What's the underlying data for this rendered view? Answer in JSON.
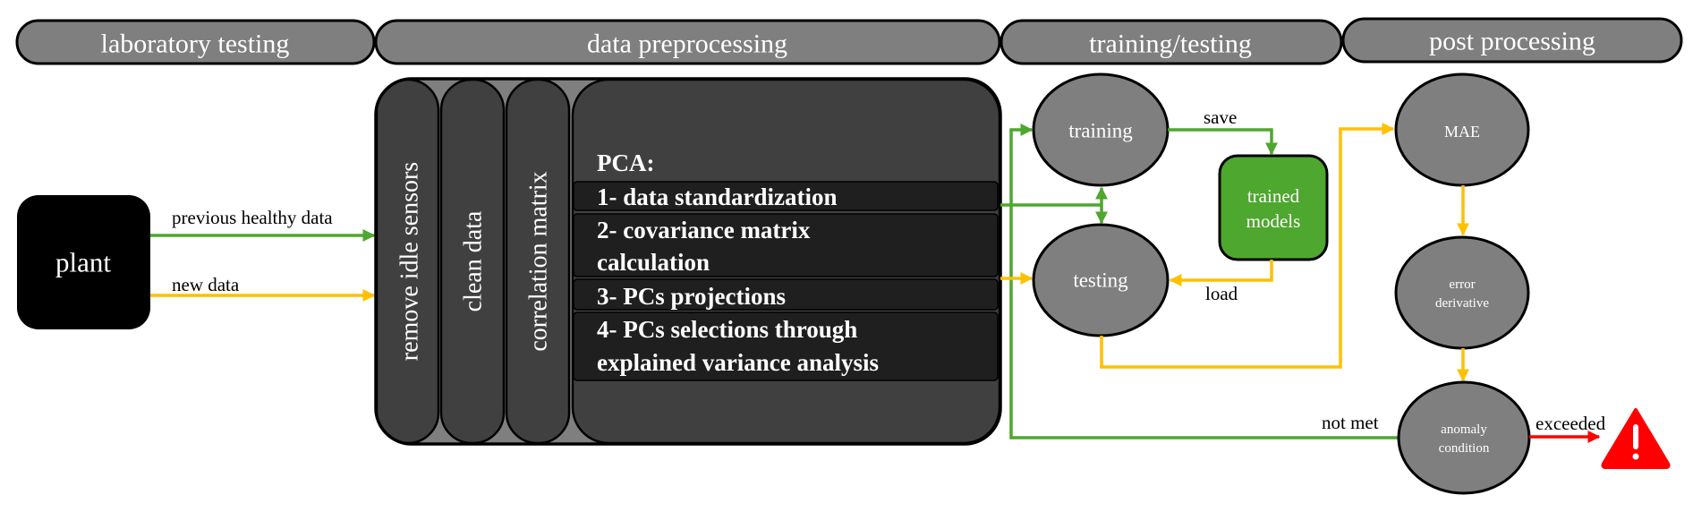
{
  "colors": {
    "header_fill": "#7f7f7f",
    "container_fill": "#404040",
    "container_bg": "#7f7f7f",
    "pca_row_fill": "#1f1f1f",
    "node_fill": "#7f7f7f",
    "plant_fill": "#000000",
    "trained_models_fill": "#4ea72e",
    "green_arrow": "#4ea72e",
    "yellow_arrow": "#ffc000",
    "red_arrow": "#ff0000",
    "warning": "#ff0000"
  },
  "headers": [
    {
      "label": "laboratory testing"
    },
    {
      "label": "data preprocessing"
    },
    {
      "label": "training/testing"
    },
    {
      "label": "post processing"
    }
  ],
  "plant": {
    "label": "plant"
  },
  "edges": {
    "previous_healthy_data": "previous healthy data",
    "new_data": "new data",
    "save": "save",
    "load": "load",
    "not_met": "not met",
    "exceeded": "exceeded"
  },
  "preprocessing": {
    "columns": [
      {
        "label": "remove idle sensors"
      },
      {
        "label": "clean data"
      },
      {
        "label": "correlation matrix"
      }
    ],
    "pca": {
      "title": "PCA:",
      "steps": [
        {
          "lines": [
            "1- data standardization"
          ]
        },
        {
          "lines": [
            "2- covariance matrix",
            "calculation"
          ]
        },
        {
          "lines": [
            "3- PCs projections"
          ]
        },
        {
          "lines": [
            "4- PCs selections through",
            "explained variance analysis"
          ]
        }
      ]
    }
  },
  "training": {
    "training": "training",
    "testing": "testing",
    "trained_models": [
      "trained",
      "models"
    ]
  },
  "post": {
    "mae": "MAE",
    "error_derivative": [
      "error",
      "derivative"
    ],
    "anomaly_condition": [
      "anomaly",
      "condition"
    ],
    "warning_icon": "warning-triangle-icon"
  }
}
